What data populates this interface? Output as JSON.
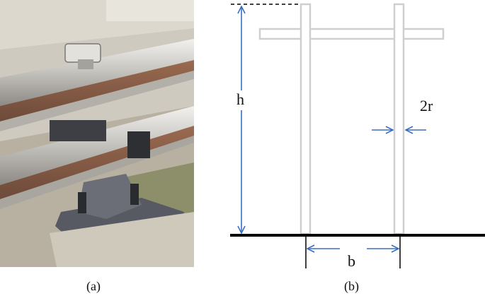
{
  "panels": {
    "a": {
      "label": "(a)"
    },
    "b": {
      "label": "(b)"
    }
  },
  "symbols": {
    "height": "h",
    "diameter": "2r",
    "spacing": "b"
  },
  "colors": {
    "arrow": "#3b6fc4",
    "post": "#cfcfcf",
    "ground": "#000000"
  }
}
